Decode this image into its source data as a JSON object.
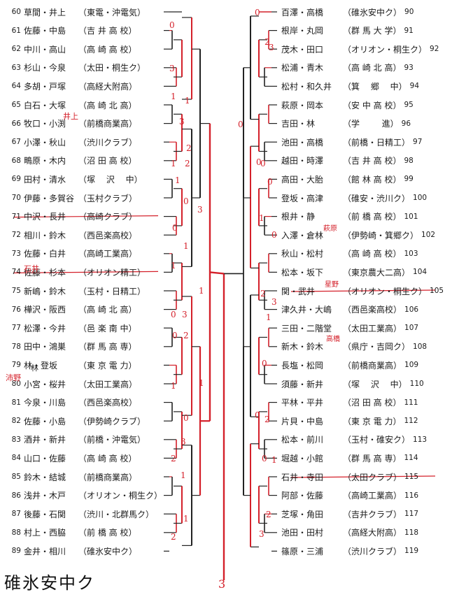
{
  "left": [
    {
      "no": "60",
      "pair": "草間・井上",
      "team": "（東電・沖電気）"
    },
    {
      "no": "61",
      "pair": "佐藤・中島",
      "team": "（吉 井 高 校）"
    },
    {
      "no": "62",
      "pair": "中川・高山",
      "team": "（高 崎 高 校）"
    },
    {
      "no": "63",
      "pair": "杉山・今泉",
      "team": "（太田・桐生ク）"
    },
    {
      "no": "64",
      "pair": "多胡・戸塚",
      "team": "（高経大附高）"
    },
    {
      "no": "65",
      "pair": "白石・大塚",
      "team": "（高 崎 北 高）"
    },
    {
      "no": "66",
      "pair": "牧口・小渕",
      "team": "（前橋商業高）"
    },
    {
      "no": "67",
      "pair": "小澤・秋山",
      "team": "（渋川クラブ）"
    },
    {
      "no": "68",
      "pair": "鴫原・木内",
      "team": "（沼 田 高 校）"
    },
    {
      "no": "69",
      "pair": "田村・清水",
      "team": "（塚 　沢 　中）"
    },
    {
      "no": "70",
      "pair": "伊藤・多賀谷",
      "team": "（玉村クラブ）"
    },
    {
      "no": "71",
      "pair": "中沢・長井",
      "team": "（高崎クラブ）"
    },
    {
      "no": "72",
      "pair": "相川・鈴木",
      "team": "（西邑楽高校）"
    },
    {
      "no": "73",
      "pair": "佐藤・白井",
      "team": "（高崎工業高）"
    },
    {
      "no": "74",
      "pair": "佐藤・杉本",
      "team": "（オリオン精工）"
    },
    {
      "no": "75",
      "pair": "新嶋・鈴木",
      "team": "（玉村・日精工）"
    },
    {
      "no": "76",
      "pair": "樺沢・阪西",
      "team": "（高 崎 北 高）"
    },
    {
      "no": "77",
      "pair": "松澤・今井",
      "team": "（邑 楽 南 中）"
    },
    {
      "no": "78",
      "pair": "田中・鴻巣",
      "team": "（群 馬 高 専）"
    },
    {
      "no": "79",
      "pair": "林・登坂",
      "team": "（東 京 電 力）"
    },
    {
      "no": "80",
      "pair": "小宮・桜井",
      "team": "（太田工業高）"
    },
    {
      "no": "81",
      "pair": "今泉・川島",
      "team": "（西邑楽高校）"
    },
    {
      "no": "82",
      "pair": "佐藤・小島",
      "team": "（伊勢崎クラブ）"
    },
    {
      "no": "83",
      "pair": "酒井・新井",
      "team": "（前橋・沖電気）"
    },
    {
      "no": "84",
      "pair": "山口・佐藤",
      "team": "（高 崎 高 校）"
    },
    {
      "no": "85",
      "pair": "鈴木・結城",
      "team": "（前橋商業高）"
    },
    {
      "no": "86",
      "pair": "浅井・木戸",
      "team": "（オリオン・桐生ク）"
    },
    {
      "no": "87",
      "pair": "後藤・石関",
      "team": "（渋川・北群馬ク）"
    },
    {
      "no": "88",
      "pair": "村上・西脇",
      "team": "（前 橋 高 校）"
    },
    {
      "no": "89",
      "pair": "金井・相川",
      "team": "（碓氷安中ク）"
    }
  ],
  "right": [
    {
      "no": "90",
      "pair": "百澤・高橋",
      "team": "（碓氷安中ク）"
    },
    {
      "no": "91",
      "pair": "根岸・丸岡",
      "team": "（群 馬 大 学）"
    },
    {
      "no": "92",
      "pair": "茂木・田口",
      "team": "（オリオン・桐生ク）"
    },
    {
      "no": "93",
      "pair": "松浦・青木",
      "team": "（高 崎 北 高）"
    },
    {
      "no": "94",
      "pair": "松村・和久井",
      "team": "（箕 　郷 　中）"
    },
    {
      "no": "95",
      "pair": "萩原・岡本",
      "team": "（安 中 高 校）"
    },
    {
      "no": "96",
      "pair": "吉田・林",
      "team": "（学 　　 進）"
    },
    {
      "no": "97",
      "pair": "池田・高橋",
      "team": "（前橋・日精工）"
    },
    {
      "no": "98",
      "pair": "越田・時澤",
      "team": "（吉 井 高 校）"
    },
    {
      "no": "99",
      "pair": "高田・大胎",
      "team": "（館 林 高 校）"
    },
    {
      "no": "100",
      "pair": "登坂・高津",
      "team": "（碓安・渋川ク）"
    },
    {
      "no": "101",
      "pair": "根井・静",
      "team": "（前 橋 高 校）"
    },
    {
      "no": "102",
      "pair": "入澤・倉林",
      "team": "（伊勢崎・箕郷ク）"
    },
    {
      "no": "103",
      "pair": "秋山・松村",
      "team": "（高 崎 高 校）"
    },
    {
      "no": "104",
      "pair": "松本・坂下",
      "team": "（東京農大二高）"
    },
    {
      "no": "105",
      "pair": "関・武井",
      "team": "（オリオン・桐生ク）"
    },
    {
      "no": "106",
      "pair": "津久井・大嶋",
      "team": "（西邑楽高校）"
    },
    {
      "no": "107",
      "pair": "三田・二階堂",
      "team": "（太田工業高）"
    },
    {
      "no": "108",
      "pair": "新木・鈴木",
      "team": "（県庁・吉岡ク）"
    },
    {
      "no": "109",
      "pair": "長塩・松岡",
      "team": "（前橋商業高）"
    },
    {
      "no": "110",
      "pair": "須藤・新井",
      "team": "（塚 　沢 　中）"
    },
    {
      "no": "111",
      "pair": "平林・平井",
      "team": "（沼 田 高 校）"
    },
    {
      "no": "112",
      "pair": "片貝・中島",
      "team": "（東 京 電 力）"
    },
    {
      "no": "113",
      "pair": "松本・前川",
      "team": "（玉村・碓安ク）"
    },
    {
      "no": "114",
      "pair": "堀越・小館",
      "team": "（群 馬 高 専）"
    },
    {
      "no": "115",
      "pair": "石井・寺田",
      "team": "（太田クラブ）"
    },
    {
      "no": "116",
      "pair": "阿部・佐藤",
      "team": "（高崎工業高）"
    },
    {
      "no": "117",
      "pair": "芝塚・角田",
      "team": "（吉井クラブ）"
    },
    {
      "no": "118",
      "pair": "池田・田村",
      "team": "（高経大附高）"
    },
    {
      "no": "119",
      "pair": "篠原・三浦",
      "team": "（渋川クラブ）"
    }
  ],
  "handwritten": {
    "winner": "碓氷安中ク",
    "final_score": "3",
    "corrections": [
      "井上",
      "石井",
      "林",
      "沛野",
      "萩原",
      "星野",
      "高橋"
    ]
  }
}
